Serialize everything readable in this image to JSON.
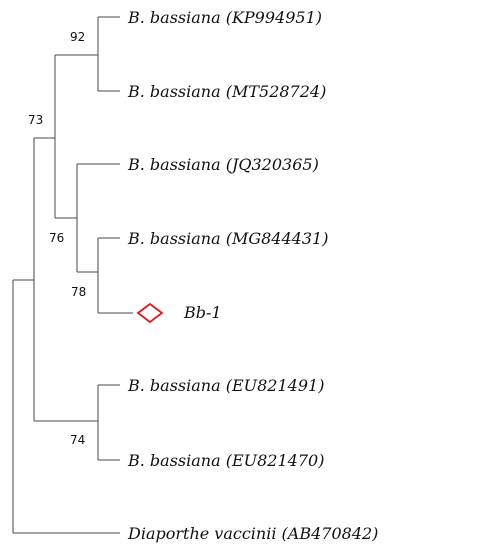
{
  "tree": {
    "taxa": [
      {
        "id": "t1",
        "label": "B. bassiana (KP994951)"
      },
      {
        "id": "t2",
        "label": "B. bassiana (MT528724)"
      },
      {
        "id": "t3",
        "label": "B. bassiana (JQ320365)"
      },
      {
        "id": "t4",
        "label": "B. bassiana (MG844431)"
      },
      {
        "id": "t5",
        "label": "Bb-1",
        "marker": "diamond",
        "marker_color": "#e8141b"
      },
      {
        "id": "t6",
        "label": "B. bassiana (EU821491)"
      },
      {
        "id": "t7",
        "label": "B. bassiana (EU821470)"
      },
      {
        "id": "t8",
        "label": "Diaporthe vaccinii (AB470842)"
      }
    ],
    "support_values": {
      "n92": "92",
      "n73": "73",
      "n76": "76",
      "n78": "78",
      "n74": "74"
    },
    "branch_color": "#4a4a4a"
  }
}
